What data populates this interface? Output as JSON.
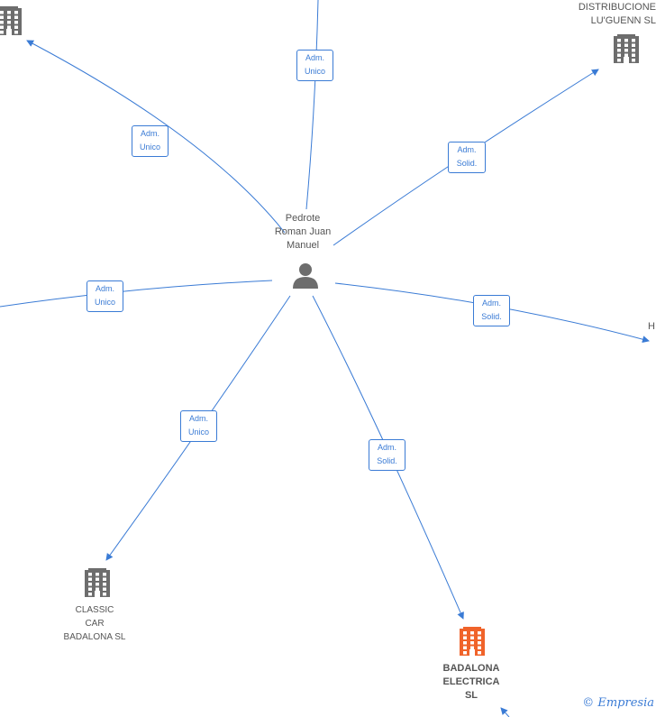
{
  "person": {
    "name_lines": [
      "Pedrote",
      "Roman Juan",
      "Manuel"
    ]
  },
  "companies": {
    "distribuciones": [
      "DISTRIBUCIONE",
      "LU'GUENN SL"
    ],
    "classic": [
      "CLASSIC",
      "CAR",
      "BADALONA  SL"
    ],
    "badalona_electrica": [
      "BADALONA",
      "ELECTRICA",
      "SL"
    ],
    "h_partial": "H"
  },
  "edges": [
    {
      "label": [
        "Adm.",
        "Unico"
      ]
    },
    {
      "label": [
        "Adm.",
        "Unico"
      ]
    },
    {
      "label": [
        "Adm.",
        "Solid."
      ]
    },
    {
      "label": [
        "Adm.",
        "Unico"
      ]
    },
    {
      "label": [
        "Adm.",
        "Solid."
      ]
    },
    {
      "label": [
        "Adm.",
        "Unico"
      ]
    },
    {
      "label": [
        "Adm.",
        "Solid."
      ]
    }
  ],
  "watermark": {
    "copyright": "©",
    "brand": "Empresia"
  },
  "colors": {
    "edge": "#3a7bd5",
    "building_gray": "#6d6d6d",
    "building_highlight": "#f0632a",
    "person": "#6d6d6d"
  }
}
